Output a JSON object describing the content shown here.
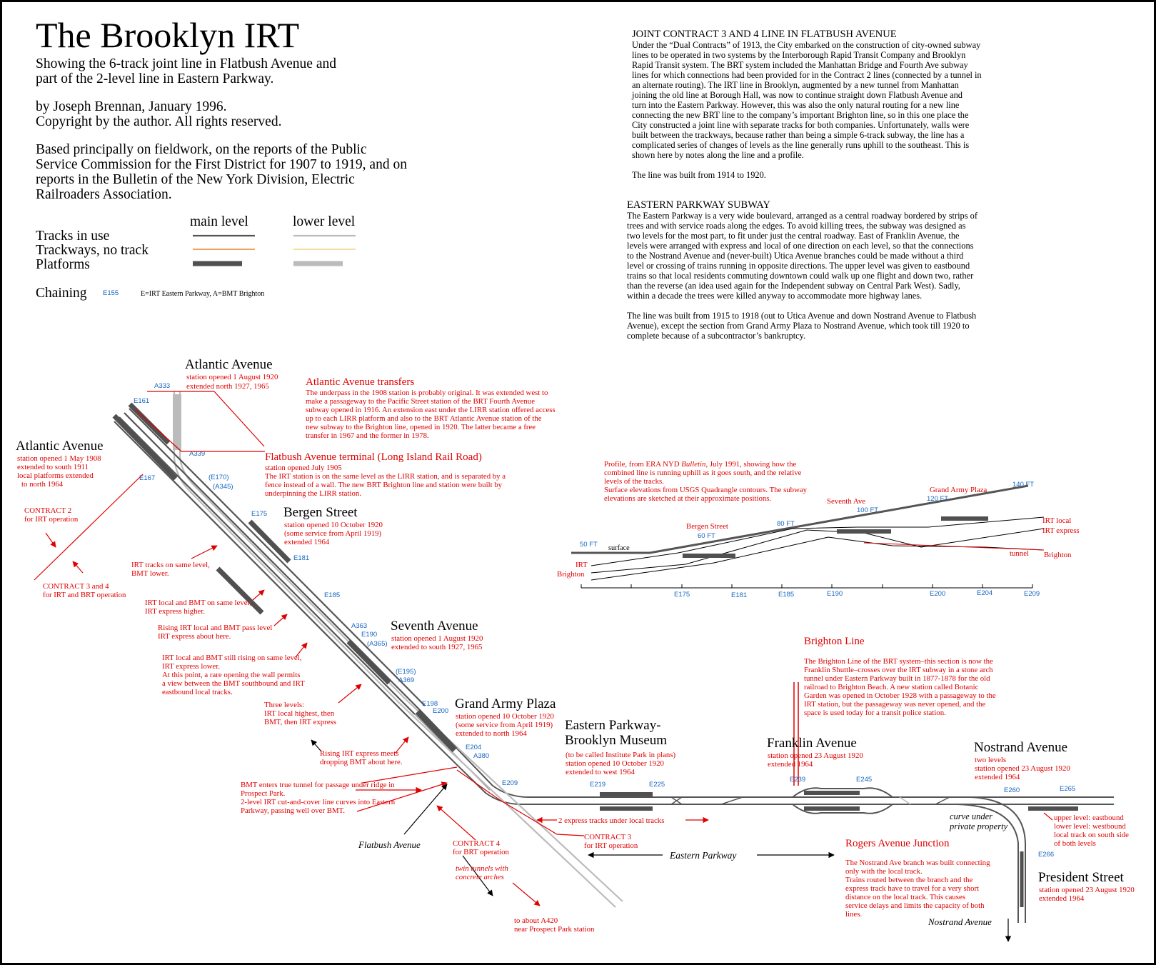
{
  "title": "The Brooklyn  IRT",
  "subtitle": [
    "Showing the 6-track joint line in Flatbush Avenue and",
    "part of the 2-level line in Eastern Parkway."
  ],
  "byline": [
    "by Joseph Brennan, January 1996.",
    "Copyright by the author.  All rights reserved."
  ],
  "sources": [
    "Based principally on fieldwork, on the reports of the Public",
    "Service Commission for the First District for 1907 to 1919, and on",
    "reports in the Bulletin of the New York Division, Electric",
    "Railroaders Association."
  ],
  "legend": {
    "main_level": "main level",
    "lower_level": "lower level",
    "tracks": "Tracks in use",
    "trackways": "Trackways, no track",
    "platforms": "Platforms",
    "chaining": "Chaining",
    "chaining_sample": "E155",
    "chaining_key": "E=IRT Eastern Parkway,  A=BMT Brighton",
    "colors": {
      "main_track": "#555555",
      "lower_track": "#bbbbbb",
      "main_trackway": "#f2a060",
      "lower_trackway": "#f5dca0",
      "main_platform": "#505050",
      "lower_platform": "#bbbbbb",
      "note": "#e00000",
      "chain": "#1565c0"
    }
  },
  "jc": {
    "heading": "JOINT CONTRACT 3 AND 4 LINE IN FLATBUSH AVENUE",
    "lines": [
      "Under the “Dual Contracts” of 1913, the City embarked on the construction of city-owned subway",
      "lines to be operated in two systems by the Interborough Rapid Transit Company and Brooklyn",
      "Rapid Transit system.  The BRT system included the Manhattan Bridge and Fourth Ave subway",
      "lines for which connections had been provided for in the Contract 2 lines (connected by a tunnel in",
      "an alternate routing).  The IRT line in Brooklyn, augmented by a new tunnel from Manhattan",
      "joining the old line at Borough Hall, was now to continue straight down Flatbush Avenue and",
      "turn into the Eastern Parkway.  However, this was also the only natural routing for a new line",
      "connecting the new BRT line to the company’s important Brighton line, so in this one place the",
      "City constructed a joint line with separate tracks for both companies.  Unfortunately, walls were",
      "built between the trackways, because rather than being a simple 6-track subway, the line has a",
      "complicated series of changes of levels as the line generally runs uphill to the southeast.  This is",
      "shown here by notes along the line and a profile."
    ],
    "built": "The line was built from 1914 to 1920."
  },
  "ep": {
    "heading": "EASTERN PARKWAY SUBWAY",
    "lines": [
      "The Eastern Parkway is a very wide boulevard, arranged as a central roadway bordered by strips of",
      "trees and with service roads along the edges.  To avoid killing trees, the subway was designed as",
      "two levels for the most part, to fit under just the central roadway.  East of Franklin Avenue, the",
      "levels were arranged with express and local of one direction on each level, so that the connections",
      "to the Nostrand Avenue and (never-built) Utica Avenue branches could be made without a third",
      "level or crossing of trains running in opposite directions.  The upper level was given to eastbound",
      "trains so that local residents commuting downtown could walk up one flight and down two, rather",
      "than the reverse (an idea used again for the Independent subway on Central Park West).  Sadly,",
      "within a decade the trees were killed anyway to accommodate more highway lanes."
    ],
    "built": [
      "The line was built from 1915 to 1918 (out to Utica Avenue and down Nostrand Avenue to Flatbush",
      "Avenue), except the section from Grand Army Plaza to Nostrand Avenue, which took till 1920 to",
      "complete because of a subcontractor’s bankruptcy."
    ]
  },
  "stations": {
    "atlantic_bmt": {
      "name": "Atlantic Avenue",
      "lines": [
        "station opened 1 August 1920",
        "extended north 1927, 1965"
      ]
    },
    "atlantic_irt": {
      "name": "Atlantic Avenue",
      "lines": [
        "station opened 1 May 1908",
        "extended to south 1911",
        "local platforms extended",
        "to north 1964"
      ]
    },
    "bergen": {
      "name": "Bergen Street",
      "lines": [
        "station opened 10 October 1920",
        "(some service from April 1919)",
        "extended 1964"
      ]
    },
    "seventh": {
      "name": "Seventh Avenue",
      "lines": [
        "station opened 1 August 1920",
        "extended to south 1927, 1965"
      ]
    },
    "gap": {
      "name": "Grand Army Plaza",
      "lines": [
        "station opened 10 October 1920",
        "(some service from April 1919)",
        "extended to north 1964"
      ]
    },
    "epbm": {
      "name1": "Eastern Parkway-",
      "name2": "Brooklyn Museum",
      "lines": [
        "(to be called Institute Park in plans)",
        "station opened 10 October 1920",
        "extended to west 1964"
      ]
    },
    "franklin": {
      "name": "Franklin Avenue",
      "lines": [
        "station opened 23 August 1920",
        "extended 1964"
      ]
    },
    "nostrand": {
      "name": "Nostrand Avenue",
      "lines": [
        "two levels",
        "station opened 23 August 1920",
        "extended 1964"
      ]
    },
    "president": {
      "name": "President Street",
      "lines": [
        "station opened 23 August 1920",
        "extended 1964"
      ]
    }
  },
  "notes": {
    "aa_transfers_h": "Atlantic Avenue  transfers",
    "aa_transfers": [
      "The underpass in the 1908 station is probably original.  It was extended west to",
      "make a passageway to the Pacific Street station of the BRT Fourth Avenue",
      "subway opened in 1916.  An extension east under the LIRR station offered access",
      "up to each LIRR platform and also to the BRT Atlantic Avenue station of the",
      "new subway to the Brighton line, opened in 1920.  The latter became a free",
      "transfer in 1967 and the former in 1978."
    ],
    "lirr_h": "Flatbush Avenue terminal (Long Island Rail Road)",
    "lirr": [
      "station opened July 1905",
      "The IRT station is on the same level as the LIRR station, and is separated by a",
      "fence instead of a wall.  The new BRT Brighton line and station were built by",
      "underpinning the LIRR station."
    ],
    "c2": [
      "CONTRACT 2",
      "for IRT operation"
    ],
    "c34": [
      "CONTRACT 3 and 4",
      "for IRT and BRT operation"
    ],
    "n1": [
      "IRT tracks on same level,",
      "BMT lower."
    ],
    "n2": [
      "IRT local and BMT on same level,",
      "IRT express higher."
    ],
    "n3": [
      "Rising IRT local and BMT pass level",
      "IRT express about here."
    ],
    "n4": [
      "IRT local and BMT still rising on same level,",
      "IRT express lower.",
      "At this point, a rare opening the wall permits",
      "a view between the BMT southbound and IRT",
      "eastbound local tracks."
    ],
    "n5": [
      "Three levels:",
      "IRT local highest, then",
      "BMT, then IRT express"
    ],
    "n6": [
      "Rising IRT express meets",
      "dropping BMT  about here."
    ],
    "n7": [
      "BMT enters true tunnel for passage under ridge in",
      "Prospect Park.",
      "2-level IRT cut-and-cover line curves into Eastern",
      "Parkway, passing well over BMT."
    ],
    "c4": [
      "CONTRACT 4",
      "for BRT operation"
    ],
    "twin": [
      "twin tunnels with",
      "concrete arches"
    ],
    "a420": [
      "to about A420",
      "near Prospect Park station"
    ],
    "c3": [
      "CONTRACT 3",
      "for IRT operation"
    ],
    "two_exp": "2 express tracks under local tracks",
    "flatbush": "Flatbush Avenue",
    "eastern_parkway": "Eastern Parkway",
    "brighton_h": "Brighton Line",
    "brighton": [
      "The Brighton Line of the BRT system–this section is now the",
      "Franklin Shuttle–crosses over the IRT subway in a stone arch",
      "tunnel under Eastern Parkway built in 1877-1878 for the old",
      "railroad to Brighton Beach.  A new station called Botanic",
      "Garden was opened in October 1928 with a passageway to the",
      "IRT station, but the passageway was never opened, and the",
      "space is used today for a transit police station."
    ],
    "rogers_h": "Rogers Avenue Junction",
    "rogers": [
      "The Nostrand Ave branch was built connecting",
      "only with the local track.",
      "Trains routed between the branch and the",
      "express track have to travel for a very short",
      "distance on the local track.  This causes",
      "service delays and limits the capacity of both",
      "lines."
    ],
    "curve": [
      "curve  under",
      "private property"
    ],
    "levels": [
      "upper level: eastbound",
      "lower level: westbound",
      "local track on south side",
      "of both levels"
    ],
    "nostrand_ave": "Nostrand Avenue"
  },
  "profile": {
    "caption_pre": "Profile, from ERA NYD ",
    "caption_ital": "Bulletin",
    "caption_post": ", July 1991, showing how the",
    "caption": [
      "combined line is running uphill as it goes south, and the relative",
      "levels of the tracks.",
      "Surface elevations from USGS Quadrangle contours. The subway",
      "elevations are sketched at their approximate positions."
    ],
    "surface": "surface",
    "irt": "IRT",
    "brighton": "Brighton",
    "irt_local": "IRT local",
    "irt_express": "IRT express",
    "tunnel": "tunnel",
    "brighton_r": "Brighton",
    "stations": [
      "Bergen Street",
      "Seventh Ave",
      "Grand Army Plaza"
    ],
    "elevations": [
      "50 FT",
      "60 FT",
      "80 FT",
      "100 FT",
      "120 FT",
      "140 FT"
    ],
    "axis": [
      "E175",
      "E181",
      "E185",
      "E190",
      "E200",
      "E204",
      "E209"
    ]
  },
  "chain": {
    "A333": "A333",
    "E161": "E161",
    "A339": "A339",
    "E167": "E167",
    "E170": "(E170)",
    "A345": "(A345)",
    "E175": "E175",
    "E181": "E181",
    "E185": "E185",
    "A363": "A363",
    "E190": "E190",
    "A365": "(A365)",
    "E195": "(E195)",
    "A369": "A369",
    "E198": "E198",
    "E200": "E200",
    "E204": "E204",
    "A380": "A380",
    "E209": "E209",
    "E219": "E219",
    "E225": "E225",
    "E239": "E239",
    "E245": "E245",
    "E260": "E260",
    "E265": "E265",
    "E266": "E266"
  }
}
